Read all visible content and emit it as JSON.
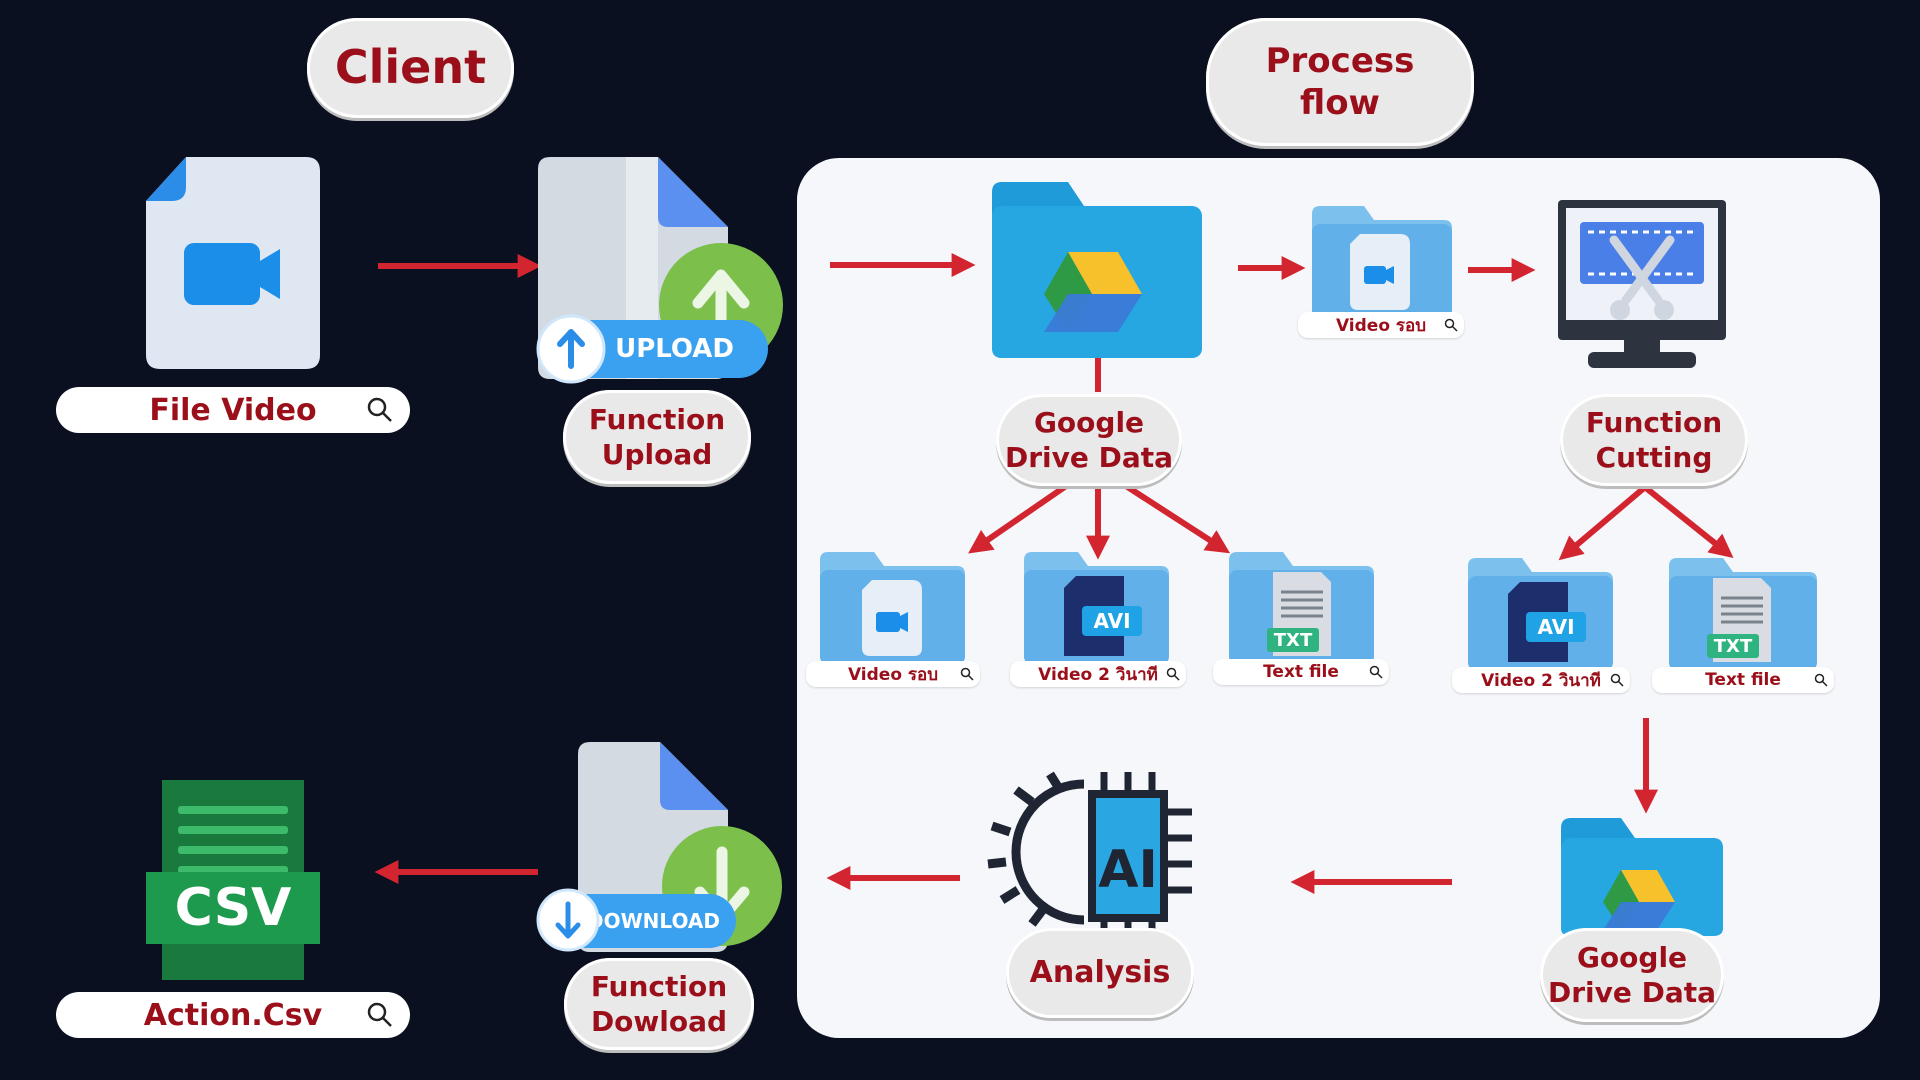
{
  "headers": {
    "client": "Client",
    "process_flow_line1": "Process",
    "process_flow_line2": "flow"
  },
  "client": {
    "file_video_label": "File Video",
    "function_upload_line1": "Function",
    "function_upload_line2": "Upload",
    "upload_badge": "UPLOAD",
    "function_download_line1": "Function",
    "function_download_line2": "Dowload",
    "download_badge": "DOWNLOAD",
    "csv_icon_text": "CSV",
    "action_csv_label": "Action.Csv"
  },
  "process": {
    "google_drive_top_line1": "Google",
    "google_drive_top_line2": "Drive Data",
    "video_rob_top": "Video รอบ",
    "function_cutting_line1": "Function",
    "function_cutting_line2": "Cutting",
    "drive_children": [
      {
        "label": "Video รอบ",
        "icon": "video-file-icon"
      },
      {
        "label": "Video 2 วินาที",
        "icon": "avi-file-icon",
        "badge": "AVI"
      },
      {
        "label": "Text file",
        "icon": "txt-file-icon",
        "badge": "TXT"
      }
    ],
    "cutting_children": [
      {
        "label": "Video 2 วินาที",
        "icon": "avi-file-icon",
        "badge": "AVI"
      },
      {
        "label": "Text file",
        "icon": "txt-file-icon",
        "badge": "TXT"
      }
    ],
    "google_drive_bottom_line1": "Google",
    "google_drive_bottom_line2": "Drive Data",
    "analysis_label": "Analysis",
    "ai_text": "AI"
  },
  "colors": {
    "background": "#0b1020",
    "arrow": "#d32530",
    "label_text": "#9a0f1a",
    "panel": "#f5f7fa",
    "folder_blue": "#29a3df",
    "folder_light": "#7cc0ee",
    "csv_green": "#1e8f4a",
    "upload_green": "#7cc04b"
  }
}
